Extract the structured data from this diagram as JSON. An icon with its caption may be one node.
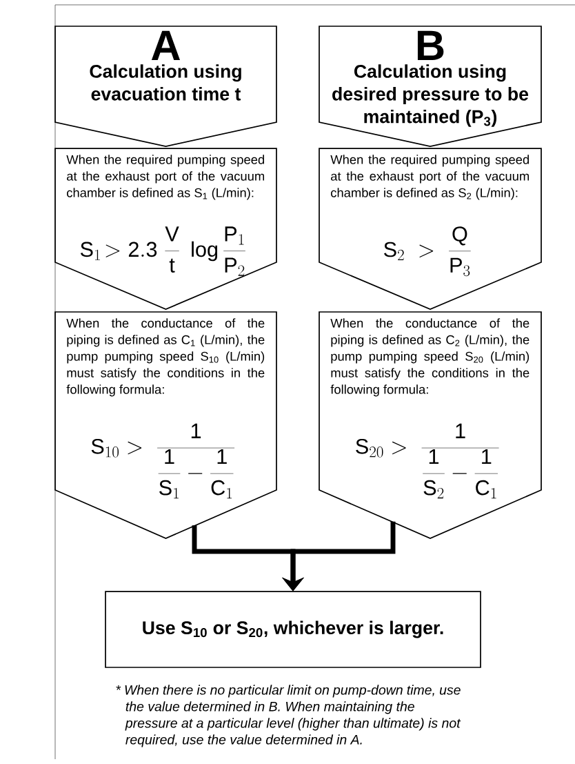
{
  "diagram": {
    "nodes": [
      {
        "text": [
          "A",
          "Calculation using evacuation time t"
        ]
      },
      {
        "text": [
          "B",
          "Calculation using desired pressure to be maintained (P$_{3}$)"
        ]
      },
      {
        "text": [
          "When the required pumping speed at the exhaust port of the vacuum chamber is defined as S$_{1}$ (L/min):",
          "\\mathrm{S}_{1}\\!> \\mathrm{2.3}\\;\\frac{\\mathrm{V}}{\\mathrm{t}}\\;\\log\\frac{\\mathrm{P}_{1}}{\\mathrm{P}_{2}}"
        ]
      },
      {
        "text": [
          "When the required pumping speed at the exhaust port of the vacuum chamber is defined as S$_{2}$ (L/min):",
          "\\mathrm{S}_{2}\\;>\\;\\frac{\\mathrm{Q}}{\\mathrm{P}_{3}}"
        ]
      },
      {
        "text": [
          "When the conductance of the piping is defined as C$_{1}$ (L/min), the pump pumping speed S$_{10}$ (L/min) must satisfy the conditions in the following formula:",
          "\\mathrm{S}_{10} > \\;\\frac{\\mathrm{1}}{\\displaystyle\\frac{\\mathrm{1}}{\\mathrm{S}_{1}} - \\frac{\\mathrm{1}}{\\mathrm{C}_{1}}}"
        ]
      },
      {
        "text": [
          "When the conductance of the piping is defined as C$_{2}$ (L/min), the pump pumping speed S$_{20}$ (L/min) must satisfy the conditions in the following formula:",
          "\\mathrm{S}_{20} > \\;\\frac{\\mathrm{1}}{\\displaystyle\\frac{\\mathrm{1}}{\\mathrm{S}_{2}} - \\frac{\\mathrm{1}}{\\mathrm{C}_{1}}}"
        ]
      },
      {
        "text": [
          "Use S$_{10}$ or S$_{20}$, whichever is larger."
        ]
      }
    ],
    "edges": [
      {
        "from": 4,
        "to": 6,
        "arrow": "to"
      },
      {
        "from": 5,
        "to": 6,
        "arrow": "to"
      }
    ],
    "labels": [
      "* When there is no particular limit on pump-down time, use the value determined in B. When maintaining the pressure at a particular level (higher than ultimate) is not required, use the value determined in A."
    ]
  }
}
